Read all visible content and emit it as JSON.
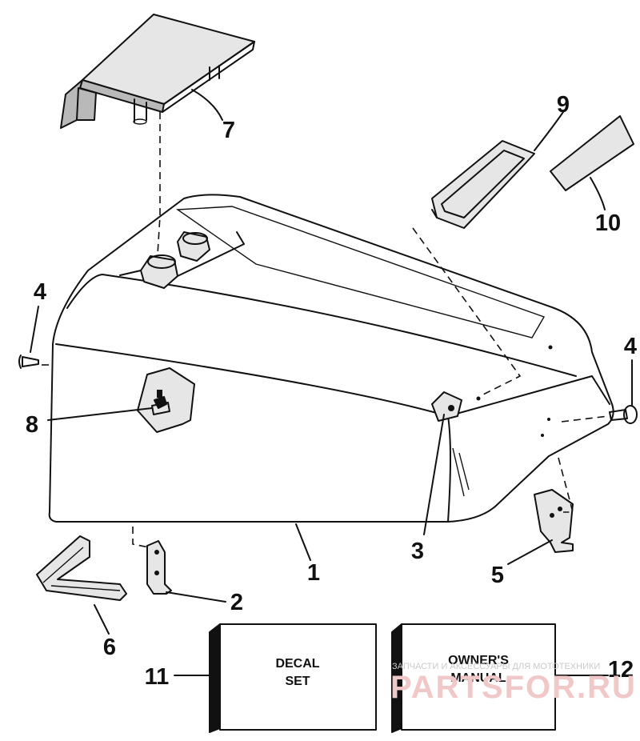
{
  "callouts": [
    {
      "id": "1",
      "label": "1"
    },
    {
      "id": "2",
      "label": "2"
    },
    {
      "id": "3",
      "label": "3"
    },
    {
      "id": "4a",
      "label": "4"
    },
    {
      "id": "4b",
      "label": "4"
    },
    {
      "id": "5",
      "label": "5"
    },
    {
      "id": "6",
      "label": "6"
    },
    {
      "id": "7",
      "label": "7"
    },
    {
      "id": "8",
      "label": "8"
    },
    {
      "id": "9",
      "label": "9"
    },
    {
      "id": "10",
      "label": "10"
    },
    {
      "id": "11",
      "label": "11"
    },
    {
      "id": "12",
      "label": "12"
    }
  ],
  "decal_box": {
    "line1": "DECAL",
    "line2": "SET"
  },
  "manual_box": {
    "line1": "OWNER'S",
    "line2": "MANUAL"
  },
  "watermark": {
    "caption": "ЗАПЧАСТИ И АКСЕССУАРЫ ДЛЯ МОТОТЕХНИКИ",
    "brand": "PARTSFOR.RU"
  }
}
